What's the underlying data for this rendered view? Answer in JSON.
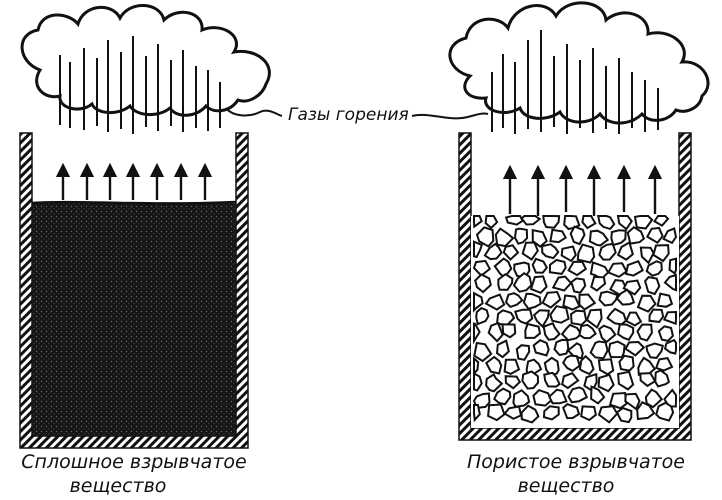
{
  "label": {
    "gases": "Газы горения"
  },
  "captions": {
    "solid_line1": "Сплошное взрывчатое",
    "solid_line2": "вещество",
    "porous_line1": "Пористое взрывчатое",
    "porous_line2": "вещество"
  },
  "colors": {
    "ink": "#111111",
    "paper": "#ffffff"
  }
}
